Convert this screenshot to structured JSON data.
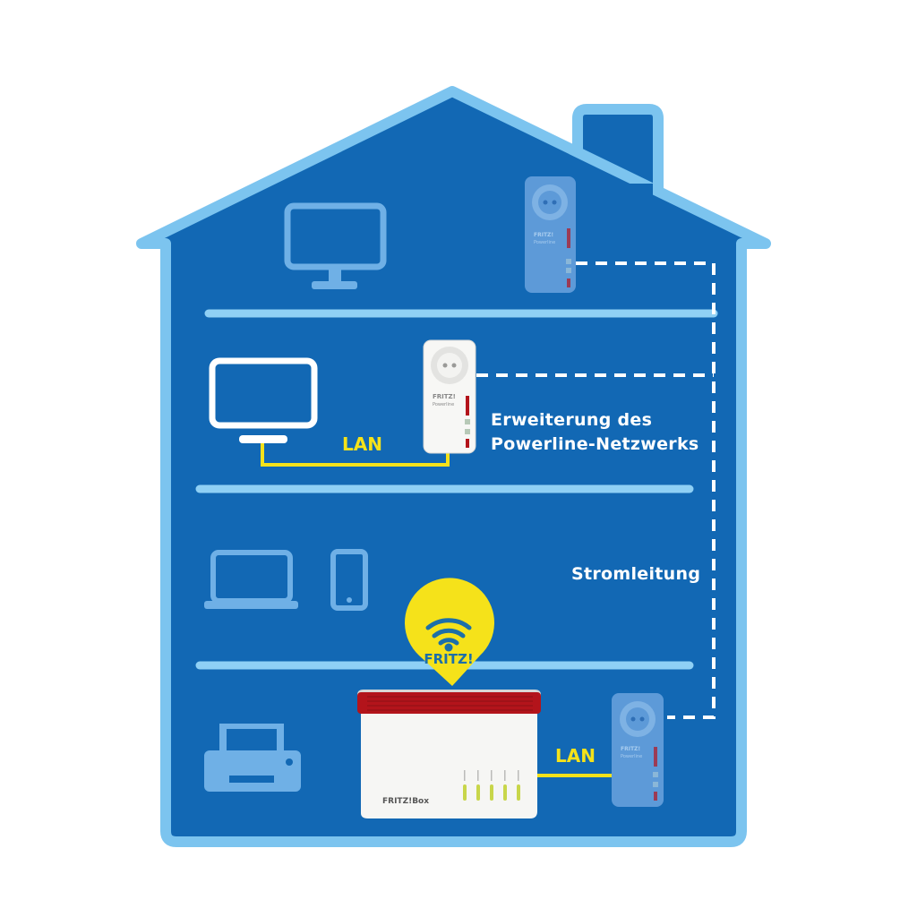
{
  "colors": {
    "house_fill": "#1268b4",
    "house_outline": "#7cc4ef",
    "floor_line": "#8fd0f5",
    "device_icon": "#6fb0e6",
    "tv_active": "#ffffff",
    "lan_cable": "#f5e21a",
    "powerline_dashes": "#ffffff",
    "badge_yellow": "#f5e21a",
    "router_red": "#b3141b",
    "adapter_blue": "#5d9ad8"
  },
  "labels": {
    "extension_line1": "Erweiterung des",
    "extension_line2": "Powerline-Netzwerks",
    "power_line": "Stromleitung",
    "lan_top": "LAN",
    "lan_bottom": "LAN"
  },
  "badge": {
    "text": "FRITZ!"
  },
  "router": {
    "brand": "FRITZ!Box"
  },
  "adapter": {
    "brand": "FRITZ!",
    "sub": "Powerline"
  },
  "icons": [
    "monitor-icon",
    "tv-icon",
    "laptop-icon",
    "smartphone-icon",
    "printer-icon",
    "wifi-icon"
  ]
}
